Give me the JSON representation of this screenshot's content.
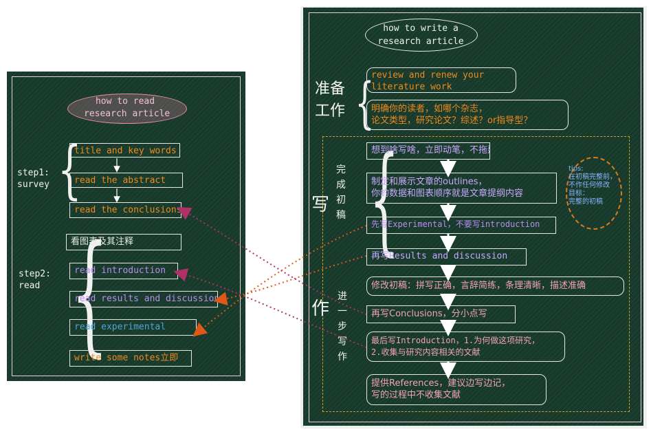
{
  "left": {
    "title": "how to read\nresearch article",
    "step1_label": "step1:\nsurvey",
    "step2_label": "step2:\nread",
    "step1_items": [
      "title and key words",
      "read the abstract",
      "read the conclusions"
    ],
    "step2_items": [
      "看图表及其注释",
      "read introduction",
      "read results and discussion",
      "read experimental",
      "write some notes立即"
    ]
  },
  "right": {
    "title": "how to write a\nresearch article",
    "prep_label": "准备\n工作",
    "prep_items": [
      "review and renew your\nliterature work",
      "明确你的读者，如哪个杂志，\n论文类型，研究论文？综述？or指导型？"
    ],
    "write_char": "写",
    "draft_label": "完\n成\n初\n稿",
    "draft_items": [
      "想到啥写啥，立即动笔，不拖延",
      "制定和展示文章的outlines，\n你的数据和图表顺序就是文章提纲内容",
      "先写Experimental，不要写introduction",
      "再写Results and discussion"
    ],
    "tip_text": "tips:\n在初稿完整前，\n不作任何修改\n目标：\n完整的初稿",
    "zuo_char": "作",
    "further_label": "进\n一\n步\n写\n作",
    "further_items": [
      "修改初稿：拼写正确，言辞简练，条理清晰，描述准确",
      "再写Conclusions，分小点写",
      "最后写Introduction，1.为何做这项研究，\n2.收集与研究内容相关的文献",
      "提供References，建议边写边记，\n写的过程中不收集文献"
    ]
  },
  "colors": {
    "panel": "#173a2b",
    "orange": "#ef8a1e",
    "purple": "#b88cf0",
    "connector_purple": "#b0306a",
    "connector_orange": "#e0571a"
  }
}
